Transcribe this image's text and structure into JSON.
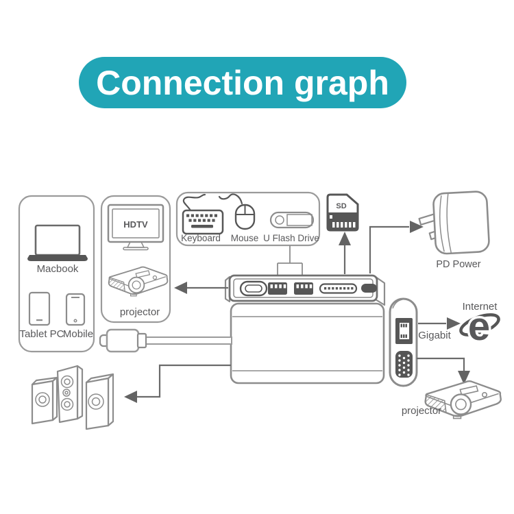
{
  "banner": {
    "title": "Connection graph"
  },
  "colors": {
    "banner_bg": "#21A5B6",
    "banner_text": "#FFFFFF",
    "outline_gray": "#8C8C8C",
    "dark_gray": "#565656",
    "label_color": "#58585A"
  },
  "hosts_box": {
    "macbook": "Macbook",
    "tablet": "Tablet PC",
    "mobile": "Mobile"
  },
  "display_box": {
    "hdtv": "HDTV",
    "projector": "projector"
  },
  "peripherals_box": {
    "keyboard": "Keyboard",
    "mouse": "Mouse",
    "flash_drive": "U Flash Drive"
  },
  "sd_card": {
    "label": "SD"
  },
  "power": {
    "label": "PD Power"
  },
  "network": {
    "port": "Gigabit",
    "label": "Internet",
    "logo_letter": "e"
  },
  "vga_out": {
    "projector": "projector"
  }
}
